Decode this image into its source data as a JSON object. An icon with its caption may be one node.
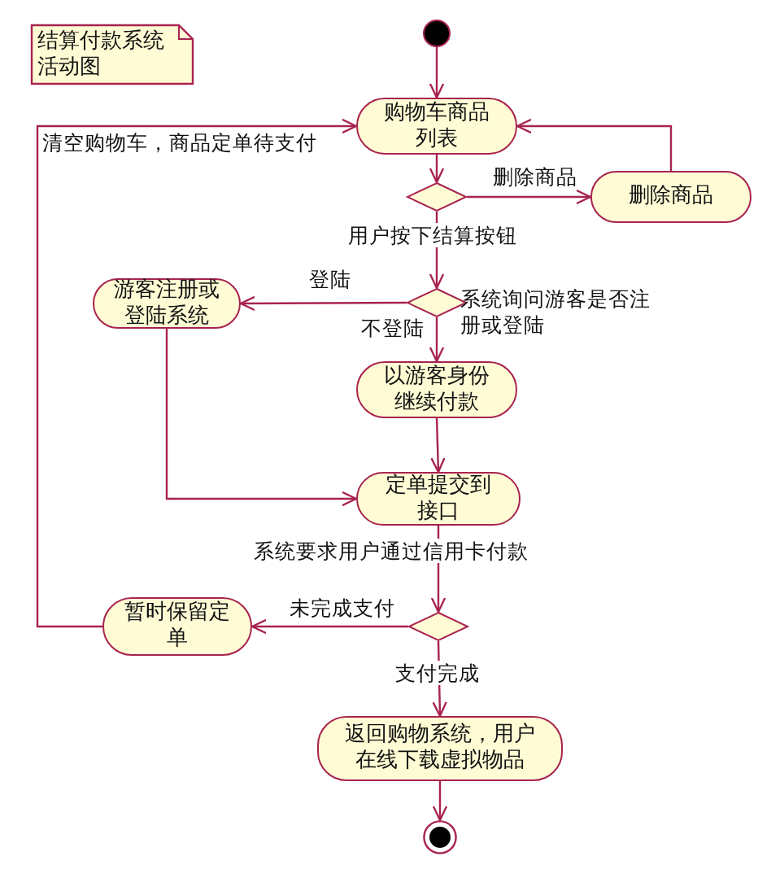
{
  "diagram": {
    "nodes": [
      {
        "text": [
          "结算付款系统活动图"
        ]
      },
      {
        "text": [],
        "shape": "circle"
      },
      {
        "text": [
          "购物车商品列表"
        ]
      },
      {
        "text": [],
        "shape": "diamond"
      },
      {
        "text": [
          "删除商品"
        ]
      },
      {
        "text": [],
        "shape": "diamond",
        "beside": [
          "系统询问游客是否注册或登陆"
        ]
      },
      {
        "text": [
          "游客注册或登陆系统"
        ]
      },
      {
        "text": [
          "以游客身份继续付款"
        ]
      },
      {
        "text": [
          "定单提交到接口"
        ]
      },
      {
        "text": [],
        "shape": "diamond"
      },
      {
        "text": [
          "暂时保留定单"
        ]
      },
      {
        "text": [
          "返回购物系统，用户在线下载虚拟物品"
        ]
      },
      {
        "text": [],
        "shape": "bullseye"
      }
    ],
    "edges": [
      {
        "from": 1,
        "to": 2,
        "arrow": "to"
      },
      {
        "from": 2,
        "to": 3,
        "arrow": "to"
      },
      {
        "from": 3,
        "to": 4,
        "arrow": "to",
        "label": "删除商品"
      },
      {
        "from": 4,
        "to": 2,
        "arrow": "to"
      },
      {
        "from": 3,
        "to": 5,
        "arrow": "to",
        "label": "用户按下结算按钮"
      },
      {
        "from": 5,
        "to": 6,
        "arrow": "to",
        "label": "登陆"
      },
      {
        "from": 5,
        "to": 7,
        "arrow": "to",
        "label": "不登陆"
      },
      {
        "from": 6,
        "to": 8,
        "arrow": "to"
      },
      {
        "from": 7,
        "to": 8,
        "arrow": "to"
      },
      {
        "from": 8,
        "to": 9,
        "arrow": "to",
        "label": "系统要求用户通过信用卡付款"
      },
      {
        "from": 9,
        "to": 10,
        "arrow": "to",
        "label": "未完成支付"
      },
      {
        "from": 10,
        "to": 2,
        "arrow": "to",
        "label": "清空购物车，商品定单待支付"
      },
      {
        "from": 9,
        "to": 11,
        "arrow": "to",
        "label": "支付完成"
      },
      {
        "from": 11,
        "to": 12,
        "arrow": "to"
      }
    ]
  }
}
